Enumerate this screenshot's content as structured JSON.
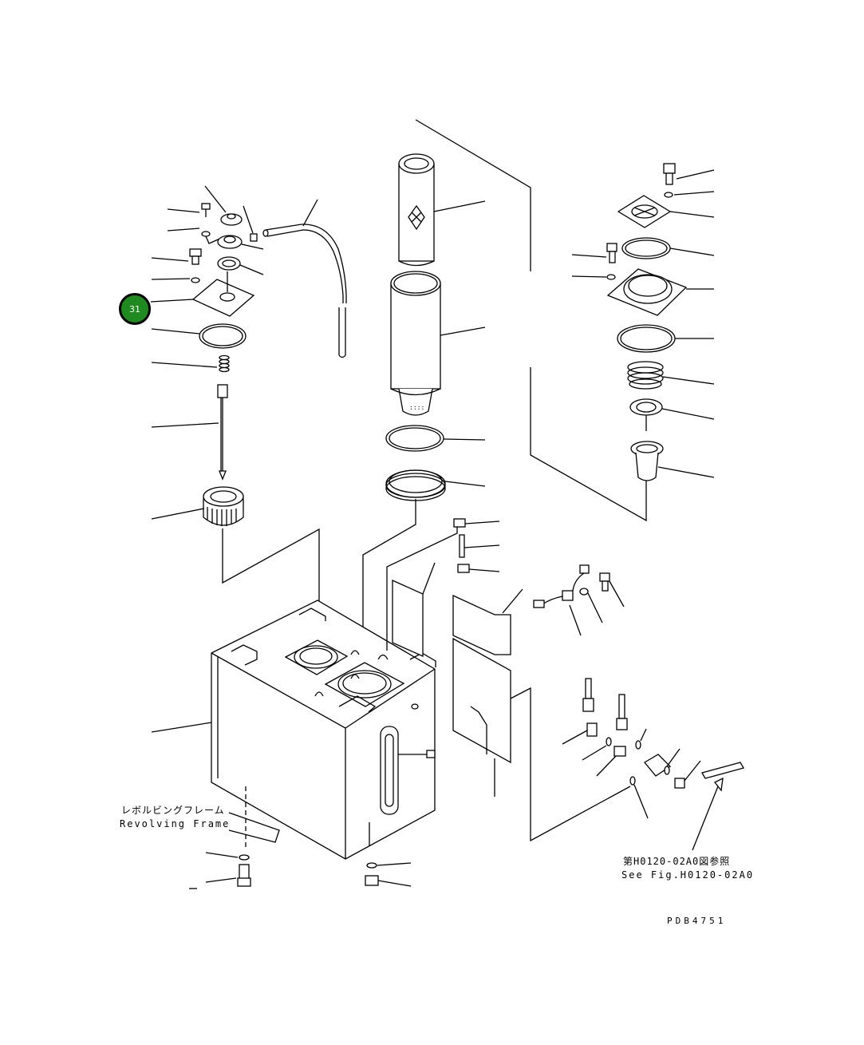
{
  "callout": {
    "number": "31",
    "fill_color": "#1f8a1f"
  },
  "labels": {
    "revolving_frame_ja": "レボルビングフレーム",
    "revolving_frame_en": "Revolving Frame",
    "see_fig_ja": "第H0120-02A0図参照",
    "see_fig_en": "See Fig.H0120-02A0",
    "drawing_number": "PDB4751"
  }
}
